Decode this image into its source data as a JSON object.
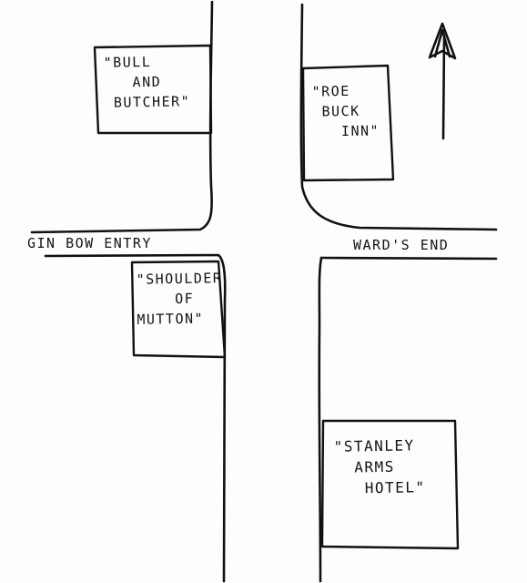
{
  "map": {
    "streets": {
      "gin_bow_entry": "GIN BOW ENTRY",
      "wards_end": "WARD'S END"
    },
    "buildings": {
      "bull_and_butcher": "\"BULL\n   AND\n BUTCHER\"",
      "roe_buck_inn": "\"ROE\n BUCK\n   INN\"",
      "shoulder_of_mutton": "\"SHOULDER\n    OF\nMUTTON\"",
      "stanley_arms_hotel": "\"STANLEY\n  ARMS\n   HOTEL\""
    },
    "north_arrow_icon": "north-arrow-icon"
  }
}
